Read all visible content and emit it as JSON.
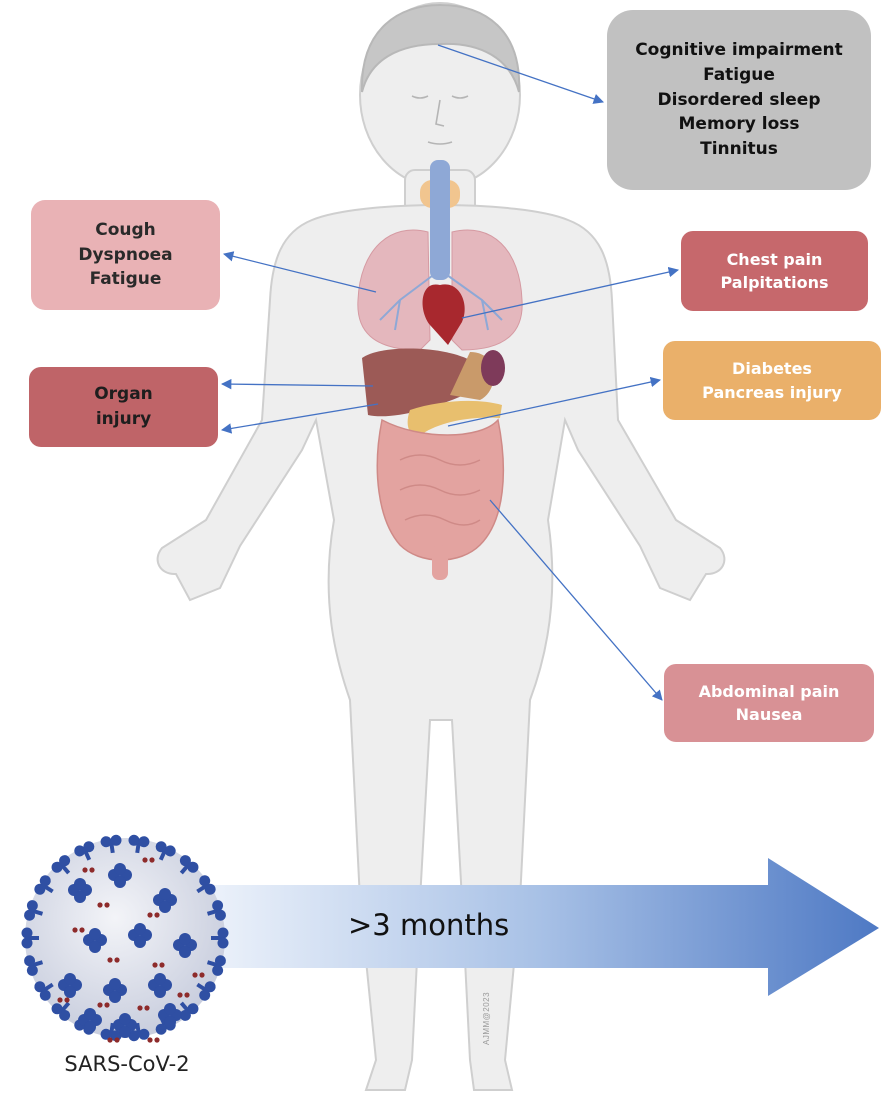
{
  "symptom_groups": {
    "neurological": {
      "lines": [
        "Cognitive impairment",
        "Fatigue",
        "Disordered sleep",
        "Memory loss",
        "Tinnitus"
      ],
      "color": "#c1c1c1"
    },
    "respiratory": {
      "lines": [
        "Cough",
        "Dyspnoea",
        "Fatigue"
      ],
      "color": "#e9b2b5"
    },
    "cardiac": {
      "lines": [
        "Chest pain",
        "Palpitations"
      ],
      "color": "#c6686c"
    },
    "organ": {
      "lines": [
        "Organ",
        "injury"
      ],
      "color": "#bf6468"
    },
    "metabolic": {
      "lines": [
        "Diabetes",
        "Pancreas injury"
      ],
      "color": "#eab06a"
    },
    "gastrointestinal": {
      "lines": [
        "Abdominal pain",
        "Nausea"
      ],
      "color": "#d89195"
    }
  },
  "virus": {
    "label": "SARS-CoV-2"
  },
  "timeline": {
    "label": ">3 months"
  },
  "watermark": "AJMM@2023",
  "colors": {
    "connector": "#4472c4",
    "body_fill": "#eeeeee",
    "body_stroke": "#cfcfcf"
  }
}
